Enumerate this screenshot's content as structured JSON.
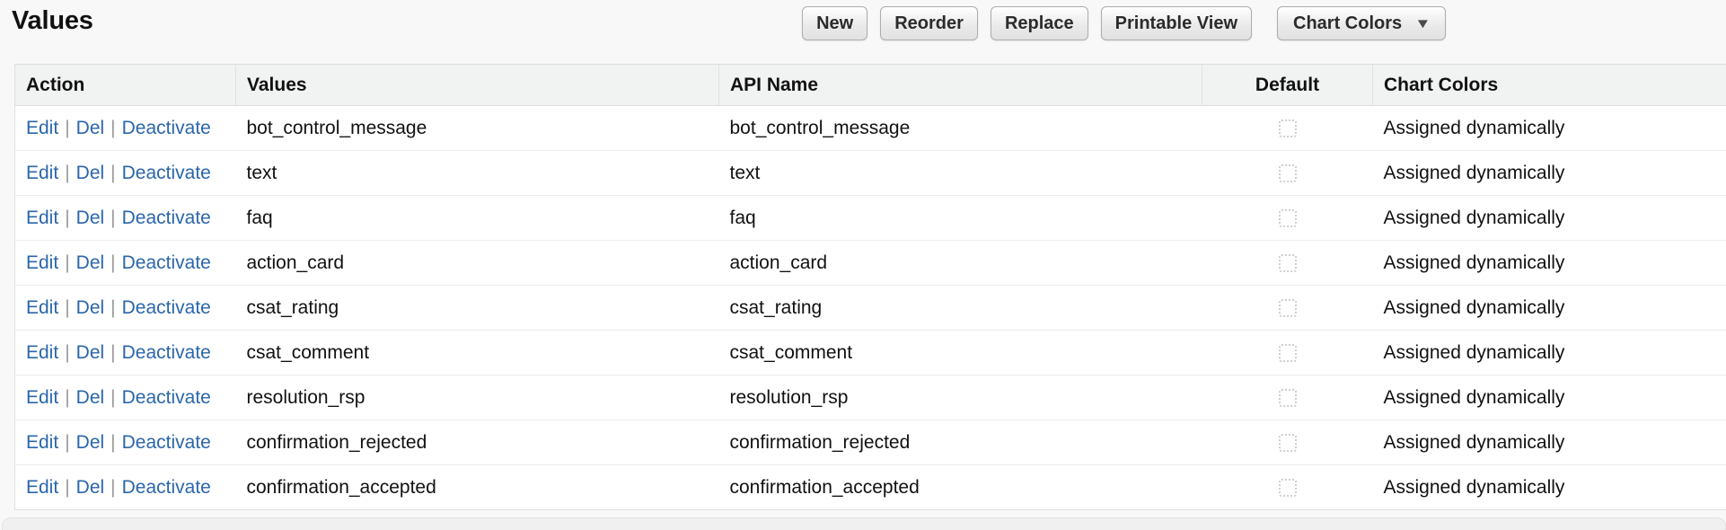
{
  "title": "Values",
  "toolbar": {
    "buttons": [
      {
        "label": "New"
      },
      {
        "label": "Reorder"
      },
      {
        "label": "Replace"
      },
      {
        "label": "Printable View"
      }
    ],
    "chart_colors_button": {
      "label": "Chart Colors",
      "icon": "chevron-down",
      "glyph": "▼"
    }
  },
  "table": {
    "columns": [
      "Action",
      "Values",
      "API Name",
      "Default",
      "Chart Colors"
    ],
    "action_links": {
      "edit": "Edit",
      "del": "Del",
      "deactivate": "Deactivate",
      "separator": "|"
    },
    "rows": [
      {
        "value": "bot_control_message",
        "api_name": "bot_control_message",
        "default_checked": false,
        "chart_colors": "Assigned dynamically"
      },
      {
        "value": "text",
        "api_name": "text",
        "default_checked": false,
        "chart_colors": "Assigned dynamically"
      },
      {
        "value": "faq",
        "api_name": "faq",
        "default_checked": false,
        "chart_colors": "Assigned dynamically"
      },
      {
        "value": "action_card",
        "api_name": "action_card",
        "default_checked": false,
        "chart_colors": "Assigned dynamically"
      },
      {
        "value": "csat_rating",
        "api_name": "csat_rating",
        "default_checked": false,
        "chart_colors": "Assigned dynamically"
      },
      {
        "value": "csat_comment",
        "api_name": "csat_comment",
        "default_checked": false,
        "chart_colors": "Assigned dynamically"
      },
      {
        "value": "resolution_rsp",
        "api_name": "resolution_rsp",
        "default_checked": false,
        "chart_colors": "Assigned dynamically"
      },
      {
        "value": "confirmation_rejected",
        "api_name": "confirmation_rejected",
        "default_checked": false,
        "chart_colors": "Assigned dynamically"
      },
      {
        "value": "confirmation_accepted",
        "api_name": "confirmation_accepted",
        "default_checked": false,
        "chart_colors": "Assigned dynamically"
      }
    ]
  },
  "colors": {
    "link": "#2a66ab",
    "link_separator": "#9a9a9a",
    "header_bg": "#f1f2f2",
    "page_bg": "#f8f8f8",
    "row_bg": "#ffffff",
    "border": "#e0e0e0",
    "text": "#111111"
  }
}
